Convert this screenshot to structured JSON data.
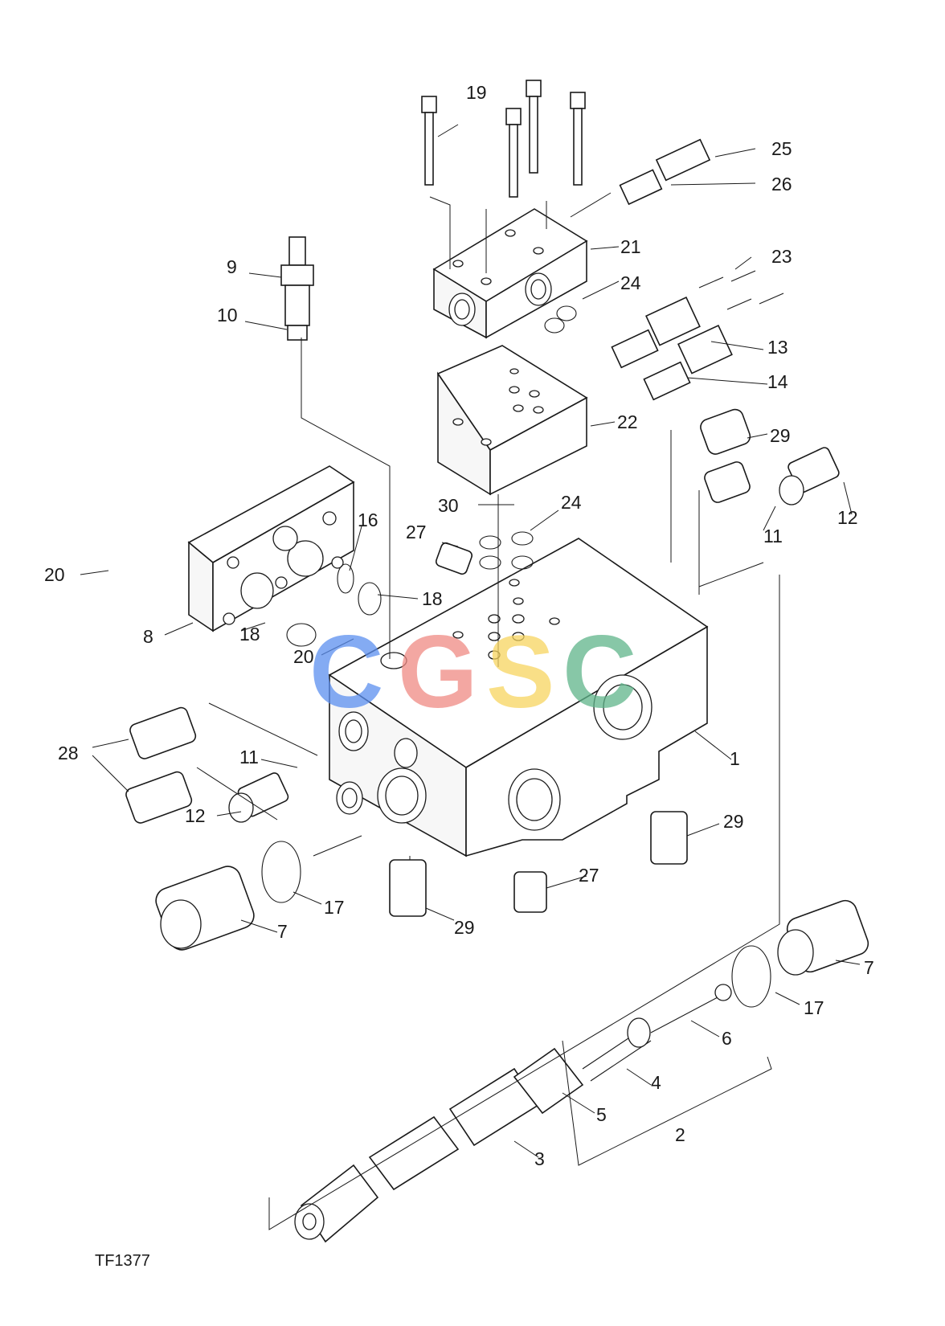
{
  "drawing_ref": "TF1377",
  "watermark": {
    "letters": [
      {
        "text": "C",
        "color": "#5b8ff0"
      },
      {
        "text": "G",
        "color": "#f08a84"
      },
      {
        "text": "S",
        "color": "#f7d560"
      },
      {
        "text": "C",
        "color": "#5fb58a"
      }
    ]
  },
  "callouts": {
    "c1": "1",
    "c2": "2",
    "c3": "3",
    "c4": "4",
    "c5": "5",
    "c6": "6",
    "c7a": "7",
    "c7b": "7",
    "c8": "8",
    "c9": "9",
    "c10": "10",
    "c11a": "11",
    "c11b": "11",
    "c12a": "12",
    "c12b": "12",
    "c13": "13",
    "c14": "14",
    "c16": "16",
    "c17a": "17",
    "c17b": "17",
    "c18a": "18",
    "c18b": "18",
    "c19": "19",
    "c20a": "20",
    "c20b": "20",
    "c21": "21",
    "c22": "22",
    "c23": "23",
    "c24a": "24",
    "c24b": "24",
    "c25": "25",
    "c26": "26",
    "c27a": "27",
    "c27b": "27",
    "c28": "28",
    "c29a": "29",
    "c29b": "29",
    "c29c": "29",
    "c30": "30"
  }
}
